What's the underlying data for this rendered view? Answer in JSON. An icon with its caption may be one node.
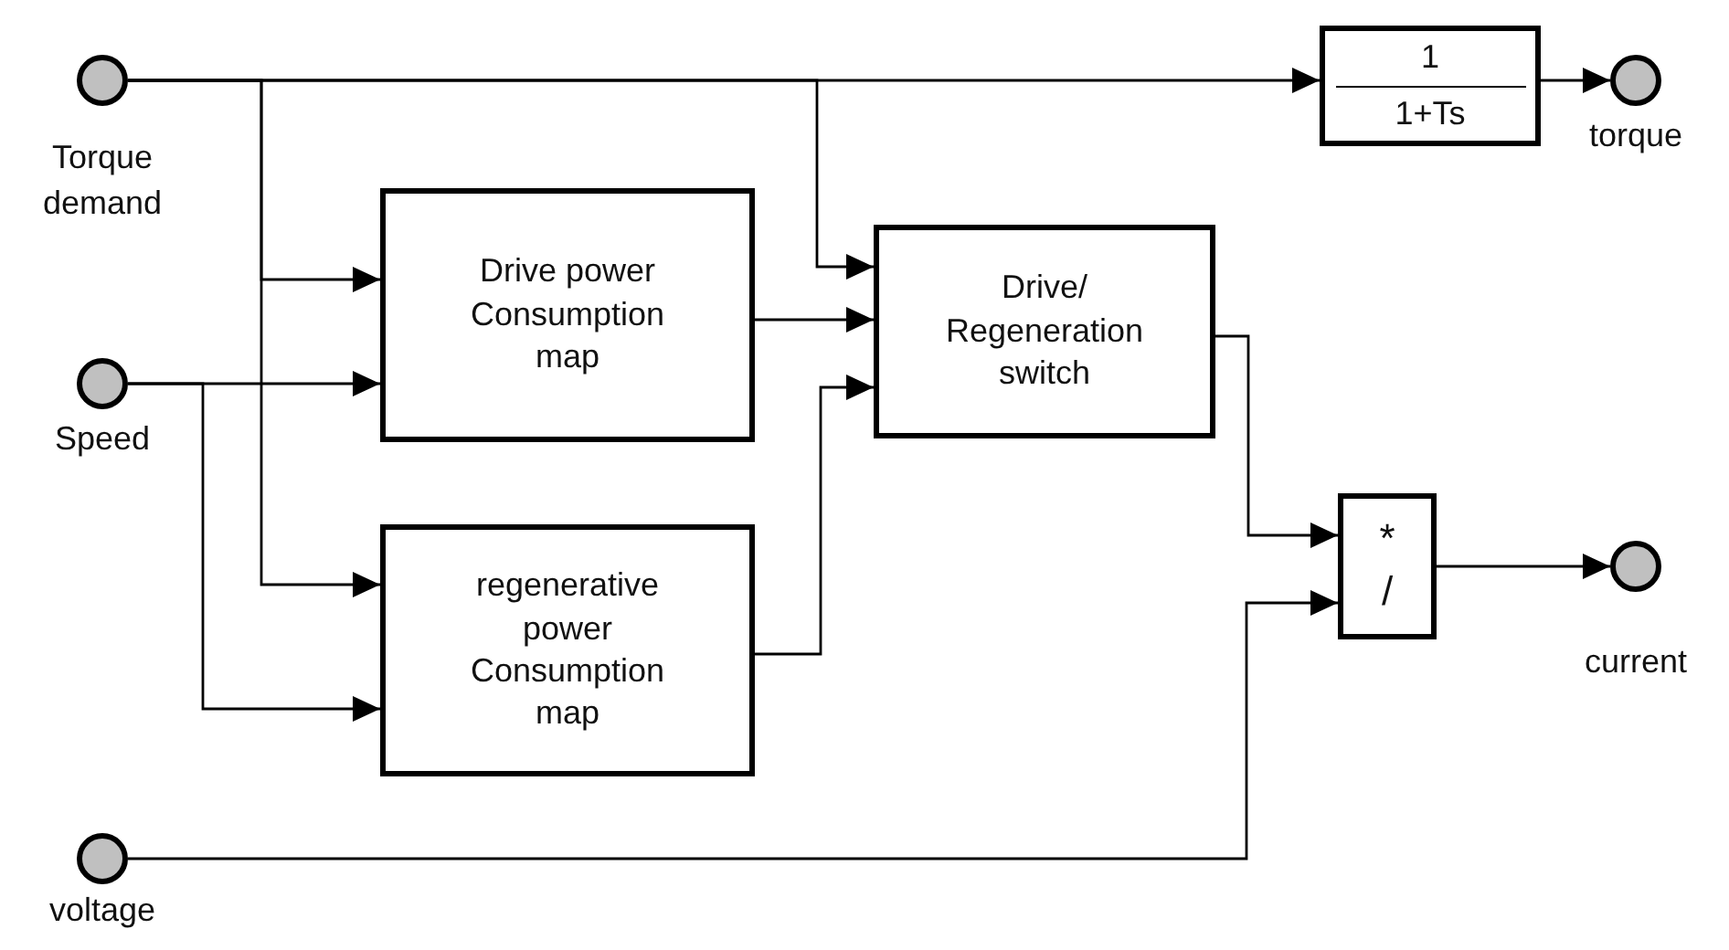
{
  "diagram": {
    "nodes": [
      {
        "text": [],
        "shape": "circle",
        "beside": [
          "Torque demand"
        ]
      },
      {
        "text": [],
        "shape": "circle",
        "beside": [
          "Speed"
        ]
      },
      {
        "text": [],
        "shape": "circle",
        "beside": [
          "voltage"
        ]
      },
      {
        "text": [
          "Drive power Consumption map"
        ]
      },
      {
        "text": [
          "regenerative power Consumption map"
        ]
      },
      {
        "text": [
          "1",
          "1+Ts"
        ]
      },
      {
        "text": [
          "Drive/ Regeneration switch"
        ]
      },
      {
        "text": [
          "*",
          "/"
        ]
      },
      {
        "text": [],
        "shape": "circle",
        "beside": [
          "torque"
        ]
      },
      {
        "text": [],
        "shape": "circle",
        "beside": [
          "current"
        ]
      }
    ],
    "edges": [
      {
        "from": 0,
        "to": 5,
        "arrow": "to"
      },
      {
        "from": 0,
        "to": 3,
        "arrow": "to"
      },
      {
        "from": 0,
        "to": 4,
        "arrow": "to"
      },
      {
        "from": 0,
        "to": 6,
        "arrow": "to"
      },
      {
        "from": 1,
        "to": 3,
        "arrow": "to"
      },
      {
        "from": 1,
        "to": 4,
        "arrow": "to"
      },
      {
        "from": 3,
        "to": 6,
        "arrow": "to"
      },
      {
        "from": 4,
        "to": 6,
        "arrow": "to"
      },
      {
        "from": 6,
        "to": 7,
        "arrow": "to"
      },
      {
        "from": 2,
        "to": 7,
        "arrow": "to"
      },
      {
        "from": 5,
        "to": 8,
        "arrow": "to"
      },
      {
        "from": 7,
        "to": 9,
        "arrow": "to"
      }
    ]
  }
}
